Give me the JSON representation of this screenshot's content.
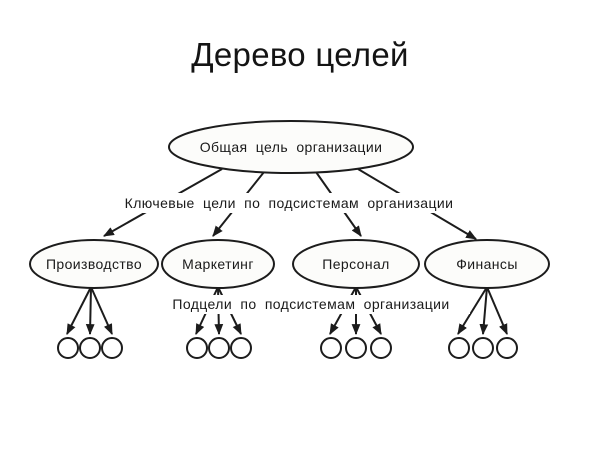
{
  "slide_title": "Дерево целей",
  "diagram": {
    "root_goal": "Общая цель организации",
    "level1_caption": "Ключевые цели по подсистемам организации",
    "level2_caption": "Подцели по подсистемам организации",
    "branches": [
      {
        "id": "production",
        "label": "Производство",
        "subgoal_count": 3
      },
      {
        "id": "marketing",
        "label": "Маркетинг",
        "subgoal_count": 3
      },
      {
        "id": "personnel",
        "label": "Персонал",
        "subgoal_count": 3
      },
      {
        "id": "finance",
        "label": "Финансы",
        "subgoal_count": 3
      }
    ],
    "ink_color": "#1c1c1c",
    "background_color": "#ffffff"
  }
}
